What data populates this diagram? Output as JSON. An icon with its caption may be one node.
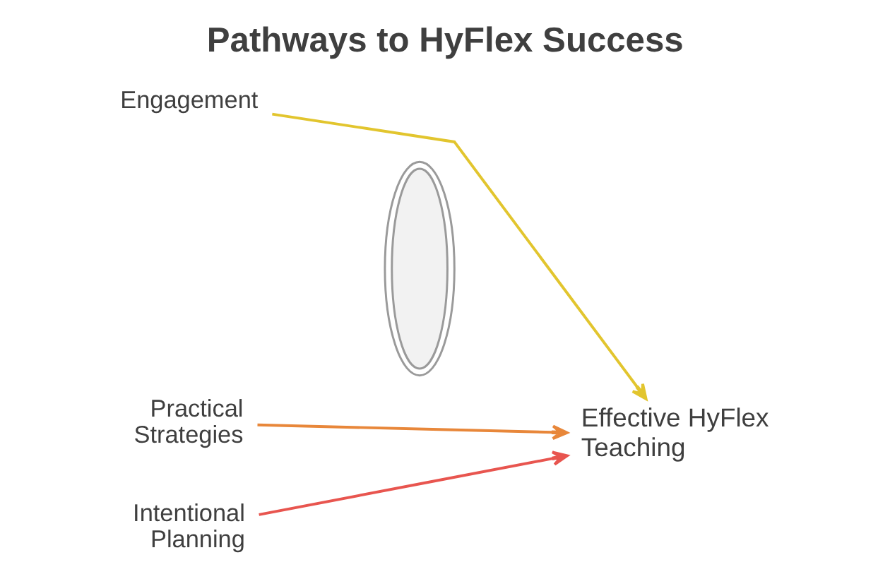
{
  "diagram": {
    "title": "Pathways to HyFlex Success",
    "nodes": [
      {
        "text": [
          "Engagement"
        ]
      },
      {
        "text": [
          "Practical Strategies"
        ]
      },
      {
        "text": [
          "Intentional Planning"
        ]
      },
      {
        "text": [],
        "shape": "lens"
      },
      {
        "text": [
          "Effective HyFlex Teaching"
        ]
      }
    ],
    "edges": [
      {
        "from": 0,
        "to": 4,
        "arrow": "to",
        "color": "#e2c52e"
      },
      {
        "from": 1,
        "to": 4,
        "arrow": "to",
        "color": "#e8873a"
      },
      {
        "from": 2,
        "to": 4,
        "arrow": "to",
        "color": "#e8554f"
      }
    ]
  }
}
